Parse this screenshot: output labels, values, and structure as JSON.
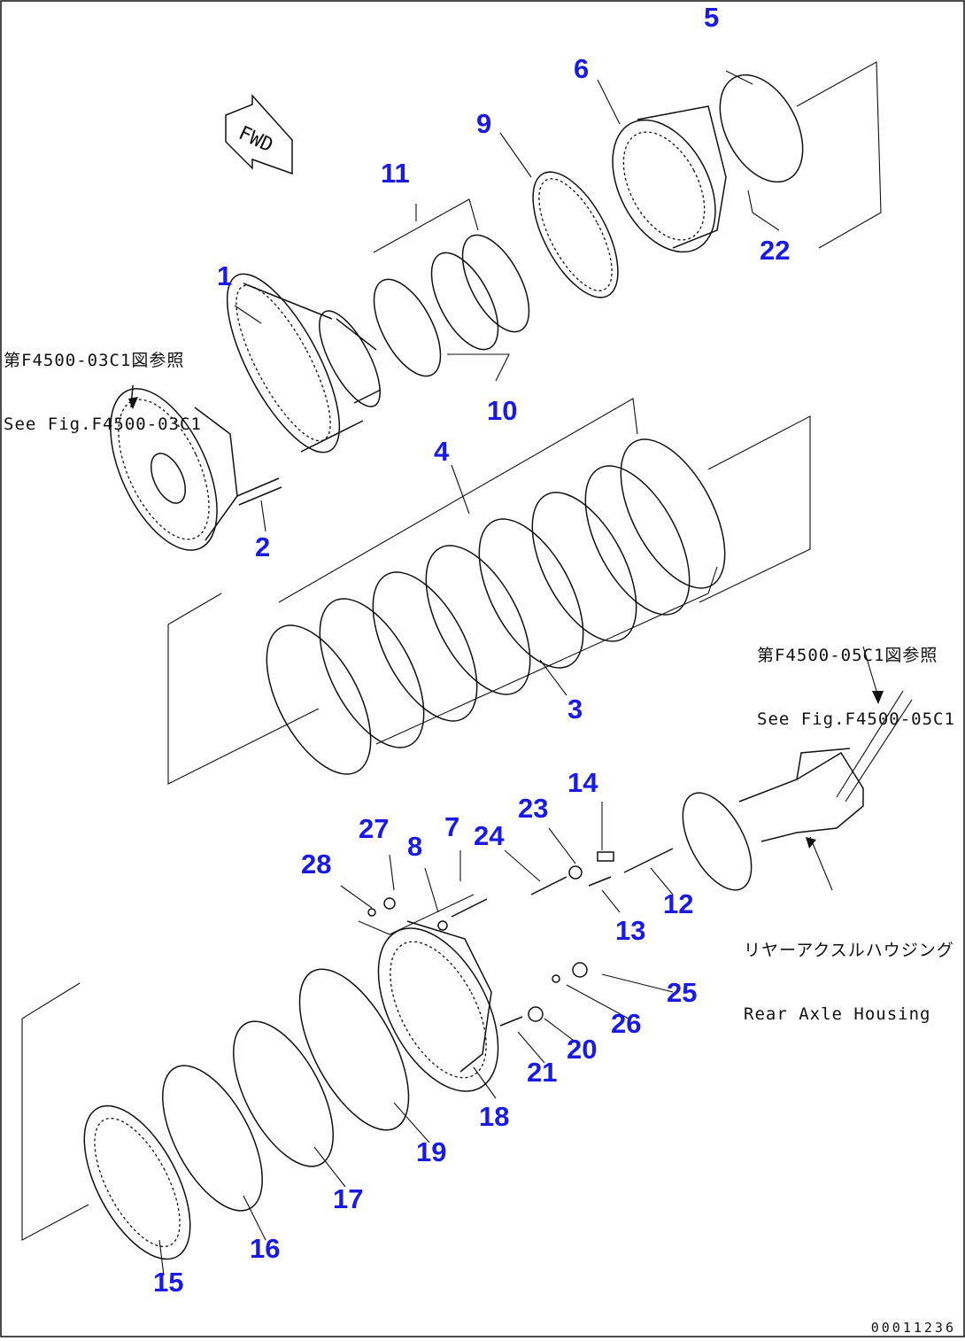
{
  "diagram": {
    "fwd_label": "FWD",
    "notes": {
      "front_jp": "第F4500-03C1図参照",
      "front_en": "See Fig.F4500-03C1",
      "rear_jp": "第F4500-05C1図参照",
      "rear_en": "See Fig.F4500-05C1",
      "housing_jp": "リヤーアクスルハウジング",
      "housing_en": "Rear Axle Housing"
    },
    "callouts": [
      "1",
      "2",
      "3",
      "4",
      "5",
      "6",
      "7",
      "8",
      "9",
      "10",
      "11",
      "12",
      "13",
      "14",
      "15",
      "16",
      "17",
      "18",
      "19",
      "20",
      "21",
      "22",
      "23",
      "24",
      "25",
      "26",
      "27",
      "28"
    ],
    "document_number": "00011236",
    "colors": {
      "callout": "#1a1ae6",
      "line": "#111111"
    }
  }
}
